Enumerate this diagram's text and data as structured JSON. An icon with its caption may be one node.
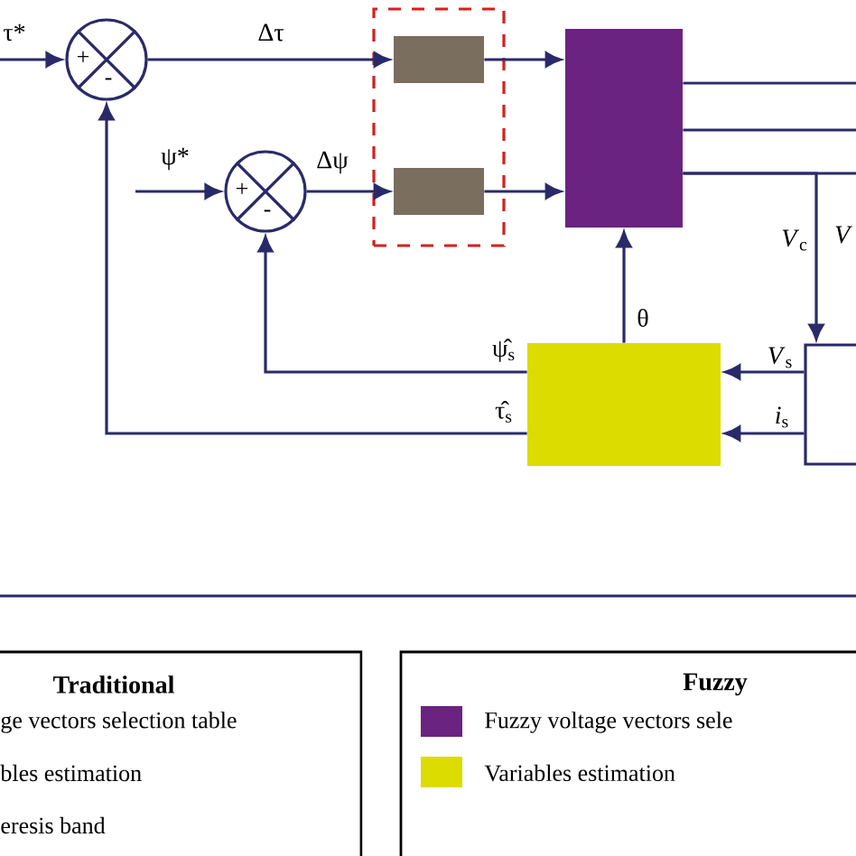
{
  "diagram": {
    "nodes": [
      {
        "text": [
          "+",
          "-"
        ]
      },
      {
        "text": [
          "+",
          "-"
        ]
      },
      {
        "text": [],
        "shape": "box"
      },
      {
        "text": [],
        "shape": "box",
        "in": 2
      },
      {
        "text": [],
        "shape": "box",
        "in": 2
      },
      {
        "text": [],
        "shape": "box"
      },
      {
        "text": [],
        "shape": "box"
      },
      {
        "text": [],
        "shape": "box"
      }
    ],
    "edges": [
      {
        "from": null,
        "to": 0,
        "arrow": "to"
      },
      {
        "from": null,
        "to": 1,
        "arrow": "to"
      },
      {
        "from": 0,
        "to": 3,
        "arrow": "to",
        "label": "Δτ"
      },
      {
        "from": 1,
        "to": 4,
        "arrow": "to",
        "label": "Δψ"
      },
      {
        "from": 3,
        "to": 5,
        "arrow": "to"
      },
      {
        "from": 4,
        "to": 5,
        "arrow": "to"
      },
      {
        "from": 5,
        "to": null,
        "arrow": "none"
      },
      {
        "from": 5,
        "to": null,
        "arrow": "none"
      },
      {
        "from": 5,
        "to": null,
        "arrow": "none"
      },
      {
        "from": 5,
        "to": 7,
        "arrow": "to",
        "label": "*V*$_{c}$"
      },
      {
        "from": 7,
        "to": 6,
        "arrow": "to",
        "label": "*V*$_{s}$"
      },
      {
        "from": 7,
        "to": 6,
        "arrow": "to",
        "label": "*i*$_{s}$"
      },
      {
        "from": 6,
        "to": 5,
        "arrow": "to",
        "label": "θ"
      },
      {
        "from": 6,
        "to": 1,
        "arrow": "to",
        "label": "ψ̂$_{s}$"
      },
      {
        "from": 6,
        "to": 0,
        "arrow": "to",
        "label": "τ̂$_{s}$"
      }
    ],
    "labels": [
      "τ*",
      "ψ*",
      "*V*",
      "Traditional",
      "Fuzzy"
    ],
    "legend": [
      {
        "text": "ge vectors selection table"
      },
      {
        "text": "bles estimation"
      },
      {
        "text": "eresis band"
      },
      {
        "text": "Fuzzy voltage vectors sele",
        "color": "#6a2380"
      },
      {
        "text": "Variables estimation",
        "color": "#dcdc00"
      }
    ]
  }
}
